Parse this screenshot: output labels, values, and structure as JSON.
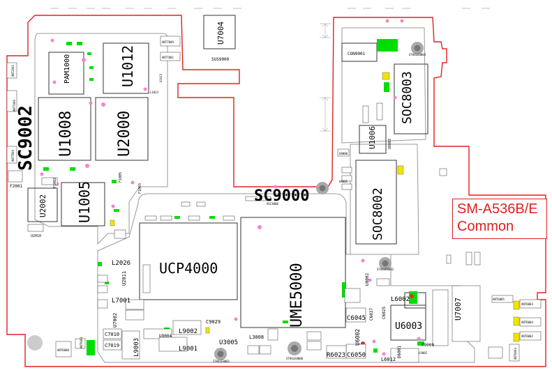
{
  "model": {
    "line1": "SM-A536B/E",
    "line2": "Common"
  },
  "big_labels": {
    "sc9002": "SC9002",
    "u1008": "U1008",
    "u2000": "U2000",
    "u1012": "U1012",
    "u1005": "U1005",
    "sc9000": "SC9000",
    "soc8003": "SOC8003",
    "soc8002": "SOC8002",
    "ucp4000": "UCP4000",
    "ume5000": "UME5000",
    "pam1000": "PAM1000",
    "u7004": "U7004",
    "u2002": "U2002",
    "u6003": "U6003",
    "u7007": "U7007",
    "u1006": "U1006"
  },
  "mid_labels": {
    "l2026": "L2026",
    "l7001": "L7001",
    "l9002": "L9002",
    "l9001": "L9001",
    "l9003": "L9003",
    "u3005": "U3005",
    "l6002": "L6002",
    "c6045": "C6045",
    "c6050": "C6050",
    "r6023": "R6023",
    "u6002": "U6002",
    "l6012": "L6012",
    "u2011": "U2011",
    "u7002": "U7002",
    "c7010": "C7010",
    "c7019": "C7019",
    "c9029": "C9029",
    "u9004": "U9004",
    "l3008": "L3008",
    "f9000": "F9000",
    "d6001": "D6001",
    "con9001": "CON9001",
    "sus9000": "SUS9000",
    "f2001": "F2001",
    "f1002": "F1002",
    "f1005": "F1005",
    "f1003": "F1003",
    "u2010": "U2010",
    "u0002": "U0002",
    "c6025": "C6025",
    "c6037": "C6037",
    "u8003": "U8003"
  },
  "small_labels": {
    "ant7000": "ANT7000",
    "ant7001": "ANT7001",
    "ant6000": "ANT6000",
    "ant6001": "ANT6001",
    "ant6003": "ANT6003",
    "ant6004": "ANT6004",
    "ant6002": "ANT6002",
    "ant8003": "ANT8003",
    "ant6005": "ANT6005",
    "ant2001": "ANT2001",
    "ant7800": "ANT7800",
    "ant7009": "ANT7009",
    "osc4000": "OSC4000",
    "stm1": "STH4LE0000",
    "stm2": "STH4LE0002",
    "stm3": "STH4LE0001",
    "stm4": "STH4LE0003",
    "u8000": "U8000",
    "u8005": "U8005",
    "l1013": "L1013",
    "ulx1": "U1013",
    "l9005": "L9005"
  },
  "colors": {
    "outline": "#e02020",
    "pad": "#00dd00",
    "highlight": "#f2e400",
    "via": "#ee88cc",
    "edge": "#bdbdbd"
  }
}
